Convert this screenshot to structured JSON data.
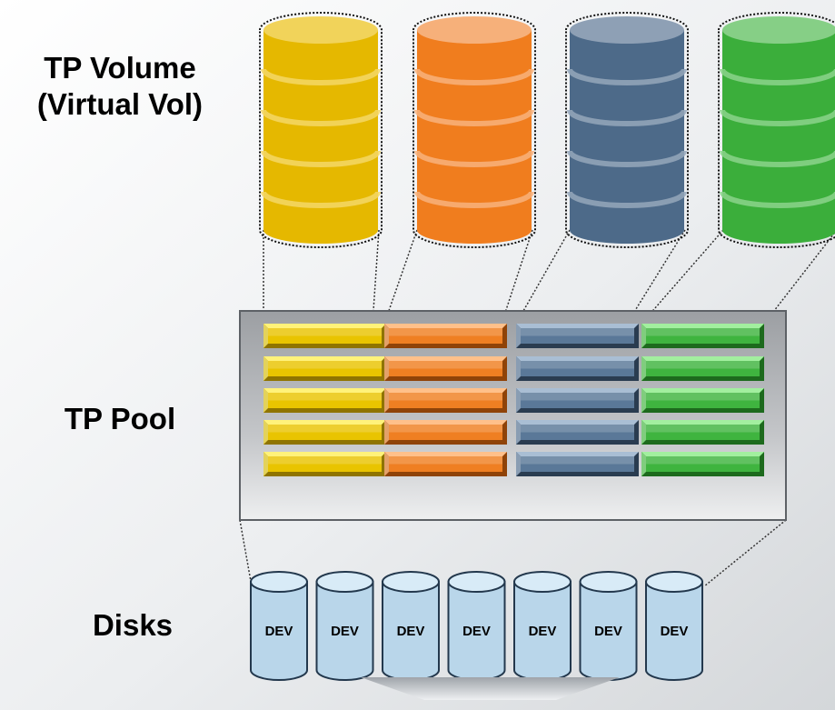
{
  "labels": {
    "volume_line1": "TP Volume",
    "volume_line2": "(Virtual Vol)",
    "pool": "TP Pool",
    "disks": "Disks"
  },
  "volumes": [
    {
      "name": "yellow",
      "body": "#e5b800",
      "top": "#f1d35a",
      "band": "#f4d766"
    },
    {
      "name": "orange",
      "body": "#f07d1e",
      "top": "#f6b07a",
      "band": "#f8b27c"
    },
    {
      "name": "slate",
      "body": "#4d6a89",
      "top": "#8ea0b5",
      "band": "#95a7bb"
    },
    {
      "name": "green",
      "body": "#3bae3b",
      "top": "#86cf86",
      "band": "#8cd48c"
    }
  ],
  "pool_rows": 5,
  "chunks": [
    {
      "face": "#e9c400",
      "light": "#fff27a",
      "dark": "#8f7400"
    },
    {
      "face": "#ef7f22",
      "light": "#ffc08a",
      "dark": "#8f4308"
    },
    {
      "face": "#5a7898",
      "light": "#a9bed4",
      "dark": "#2a3c50"
    },
    {
      "face": "#3fb43f",
      "light": "#a2ef9f",
      "dark": "#1d6a1d"
    }
  ],
  "disks": [
    "DEV",
    "DEV",
    "DEV",
    "DEV",
    "DEV",
    "DEV",
    "DEV"
  ],
  "disk_colors": {
    "body": "#b9d6ea",
    "top": "#d8ebf7",
    "stroke": "#23384d"
  }
}
